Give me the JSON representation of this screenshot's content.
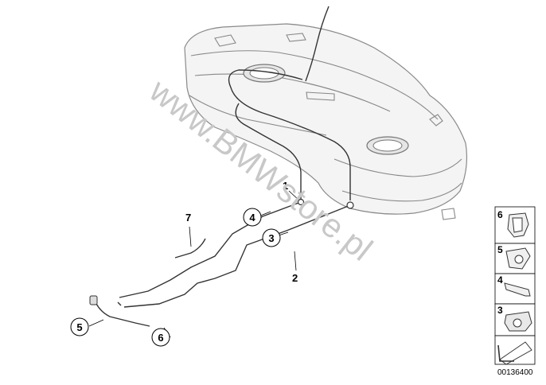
{
  "callouts": {
    "c1": "1",
    "c2": "2",
    "c3": "3",
    "c4": "4",
    "c5": "5",
    "c6": "6",
    "c7": "7"
  },
  "legend": {
    "items": [
      {
        "number": "6"
      },
      {
        "number": "5"
      },
      {
        "number": "4"
      },
      {
        "number": "3"
      }
    ]
  },
  "watermark": "www.BMWstore.pl",
  "document_number": "00136400"
}
